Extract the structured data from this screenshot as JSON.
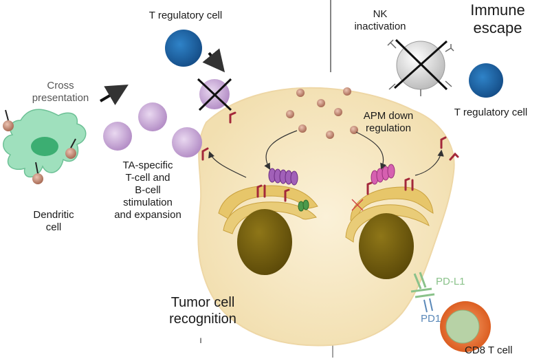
{
  "labels": {
    "t_reg_top": "T regulatory cell",
    "cross_presentation": "Cross\npresentation",
    "dendritic_cell": "Dendritic\ncell",
    "ta_specific": "TA-specific\nT-cell and\nB-cell\nstimulation\nand expansion",
    "tumor_recognition": "Tumor cell\nrecognition",
    "nk_inactivation": "NK\ninactivation",
    "immune_escape": "Immune\nescape",
    "t_reg_right": "T regulatory cell",
    "apm_down": "APM down\nregulation",
    "pd_l1": "PD-L1",
    "pd1": "PD1",
    "cd8": "CD8 T cell",
    "tick": "I"
  },
  "colors": {
    "treg": "#1f64a8",
    "ta_cell": "#c9a7d6",
    "tumor": "#f6e6c0",
    "nucleus": "#6f5a0b",
    "er": "#e7c66a",
    "dendritic": "#8fd8b5",
    "antigen": "#c98a73",
    "receptor": "#a3283a",
    "cd8_outer": "#ee7d3a",
    "cd8_inner": "#9fbf8f",
    "pd_l1": "#8ac28a",
    "pd1": "#5a88b8"
  }
}
